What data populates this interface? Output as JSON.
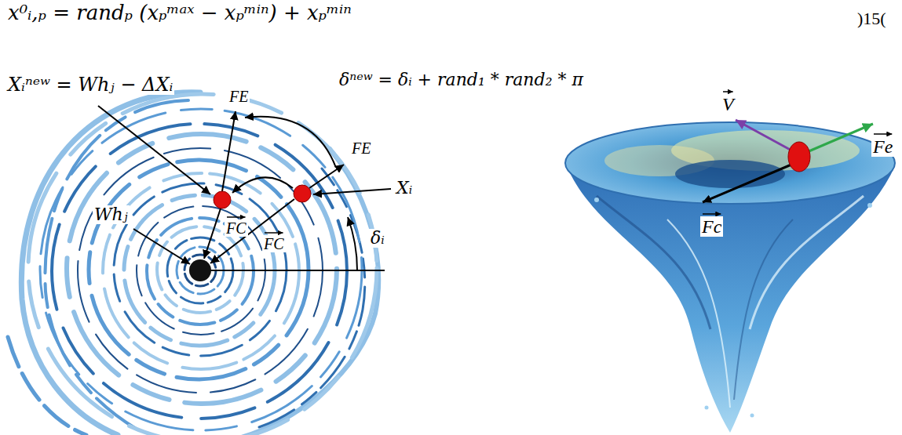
{
  "diagram": {
    "labels": [
      "x⁰ᵢ,ₚ = randₚ (xₚᵐᵃˣ − xₚᵐⁱⁿ) + xₚᵐⁱⁿ",
      ")15(",
      "Xᵢⁿᵉʷ = Whⱼ − ΔXᵢ",
      "FE",
      "δⁿᵉʷ = δᵢ + rand₁ * rand₂ * π",
      "FE",
      "Xᵢ",
      "δᵢ",
      "Whⱼ",
      "FC",
      "FC",
      "V",
      "Fe",
      "Fc"
    ]
  }
}
